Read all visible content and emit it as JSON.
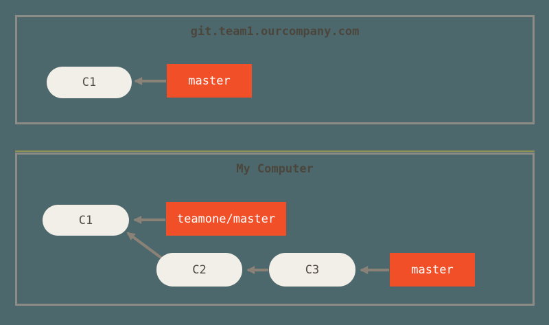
{
  "palette": {
    "background": "#4d686c",
    "box_border": "#8c8b86",
    "commit_fill": "#f1efe7",
    "commit_text": "#504b42",
    "branch_fill": "#f04f28",
    "branch_text": "#ffffff",
    "arrow": "#8a8177",
    "title_text": "#4b463c",
    "accent_line": "#9b9a51"
  },
  "remote": {
    "title": "git.team1.ourcompany.com",
    "commits": [
      {
        "id": "C1"
      }
    ],
    "branches": [
      {
        "label": "master"
      }
    ],
    "edges": [
      {
        "from": "master",
        "to": "C1"
      }
    ]
  },
  "local": {
    "title": "My Computer",
    "commits": [
      {
        "id": "C1"
      },
      {
        "id": "C2"
      },
      {
        "id": "C3"
      }
    ],
    "branches": [
      {
        "label": "teamone/master"
      },
      {
        "label": "master"
      }
    ],
    "edges": [
      {
        "from": "teamone/master",
        "to": "C1"
      },
      {
        "from": "C2",
        "to": "C1"
      },
      {
        "from": "C3",
        "to": "C2"
      },
      {
        "from": "master",
        "to": "C3"
      }
    ]
  }
}
